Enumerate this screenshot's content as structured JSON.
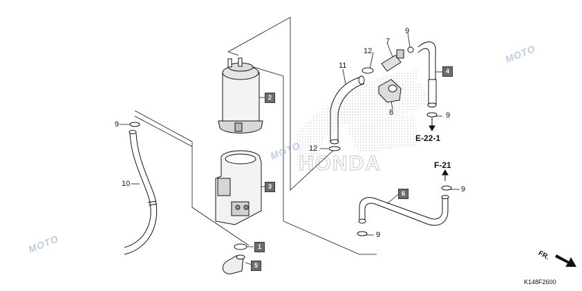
{
  "diagram": {
    "part_callouts": [
      "1",
      "2",
      "3",
      "4",
      "5",
      "6",
      "7",
      "8",
      "9",
      "10",
      "11",
      "12"
    ],
    "circle_labels": {
      "n9_a": "9",
      "n9_b": "9",
      "n9_c": "9",
      "n9_d": "9",
      "n9_e": "9",
      "n10": "10",
      "n11": "11",
      "n12_a": "12",
      "n12_b": "12",
      "n7": "7",
      "n8": "8"
    },
    "box_labels": {
      "b1": "1",
      "b2": "2",
      "b3": "3",
      "b4": "4",
      "b5": "5",
      "b6": "6"
    },
    "references": {
      "ref_e22": "E-22-1",
      "ref_f21": "F-21"
    },
    "direction_label": "FR.",
    "diagram_code": "K148F2600",
    "watermark": {
      "brand_main": "MOTO",
      "brand_sub": ""
    },
    "colors": {
      "line": "#111111",
      "box_fill": "#6d6d6d",
      "logo_dots": "#c8c8c8",
      "watermark": "#e6a8b8"
    }
  }
}
